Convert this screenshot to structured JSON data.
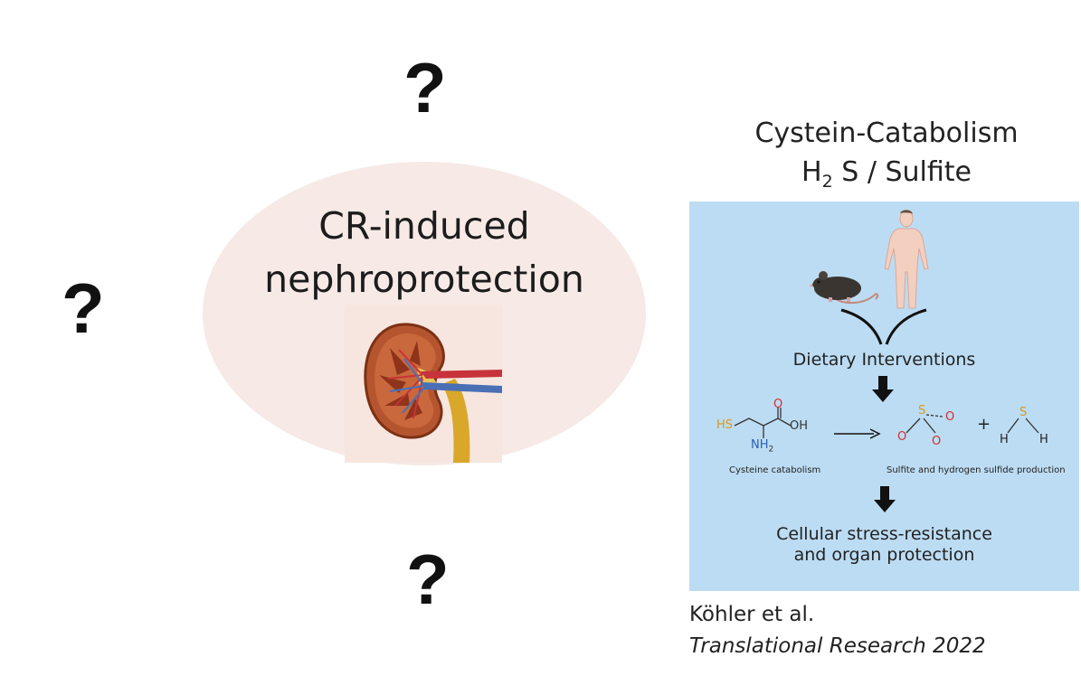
{
  "question_marks": {
    "top": "?",
    "left": "?",
    "bottom": "?"
  },
  "center": {
    "title_line1": "CR-induced",
    "title_line2": "nephroprotection",
    "image_icon": "kidney-cross-section-icon"
  },
  "right": {
    "title_line1": "Cystein-Catabolism",
    "title_h": "H",
    "title_sub": "2",
    "title_rest": "S / Sulfite"
  },
  "panel": {
    "background_color": "#bcdcf3",
    "icons": [
      "mouse-icon",
      "human-figure-icon"
    ],
    "dietary_label": "Dietary Interventions",
    "cysteine": {
      "hs": "HS",
      "nh2": "NH",
      "nh2_sub": "2",
      "o": "O",
      "oh": "OH"
    },
    "sulfite": {
      "s": "S",
      "o1": "O",
      "o2": "O",
      "o3": "O"
    },
    "plus": "+",
    "h2s": {
      "s": "S",
      "h1": "H",
      "h2": "H"
    },
    "cysteine_caption": "Cysteine catabolism",
    "sulfite_caption": "Sulfite and hydrogen sulfide production",
    "outcome_line1": "Cellular stress-resistance",
    "outcome_line2": "and organ protection"
  },
  "reference": {
    "authors": "Köhler et al.",
    "journal": "Translational Research 2022"
  }
}
